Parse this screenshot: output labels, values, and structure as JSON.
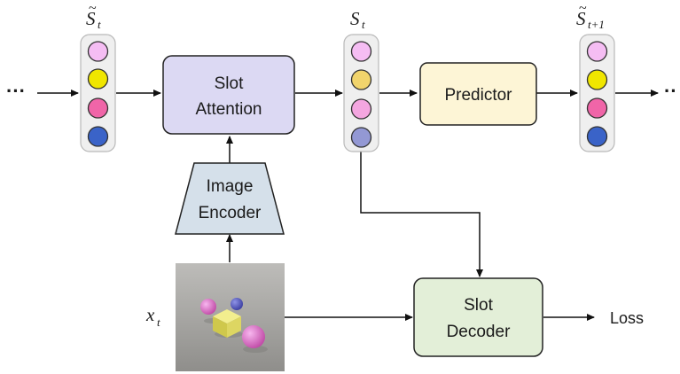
{
  "colors": {
    "slot_attention_fill": "#dcd9f3",
    "predictor_fill": "#fdf5d6",
    "decoder_fill": "#e3efd8",
    "encoder_fill": "#d5e0ea",
    "slot_pink_light": "#f5bdf3",
    "slot_yellow": "#f0e600",
    "slot_yellow_muted": "#f1d46c",
    "slot_pink": "#f065a8",
    "slot_pink_muted": "#f4a6e0",
    "slot_blue": "#3a63c8",
    "slot_blue_muted": "#9398d4"
  },
  "labels": {
    "slot_attention_line1": "Slot",
    "slot_attention_line2": "Attention",
    "predictor": "Predictor",
    "slot_decoder_line1": "Slot",
    "slot_decoder_line2": "Decoder",
    "image_encoder_line1": "Image",
    "image_encoder_line2": "Encoder",
    "loss": "Loss",
    "dots_left": "···",
    "dots_right": "··"
  },
  "math": {
    "s_tilde_t_base": "S",
    "s_tilde_t_tilde": "~",
    "s_tilde_t_sub": "t",
    "s_t_base": "S",
    "s_t_sub": "t",
    "s_tilde_t1_base": "S",
    "s_tilde_t1_tilde": "~",
    "s_tilde_t1_sub": "t+1",
    "x_t_base": "x",
    "x_t_sub": "t"
  },
  "input_image": {
    "icon": "clevr-scene-image",
    "background": "#a9a8a5",
    "objects": [
      "pink-sphere",
      "blue-sphere",
      "yellow-cube",
      "pink-sphere-large"
    ]
  }
}
